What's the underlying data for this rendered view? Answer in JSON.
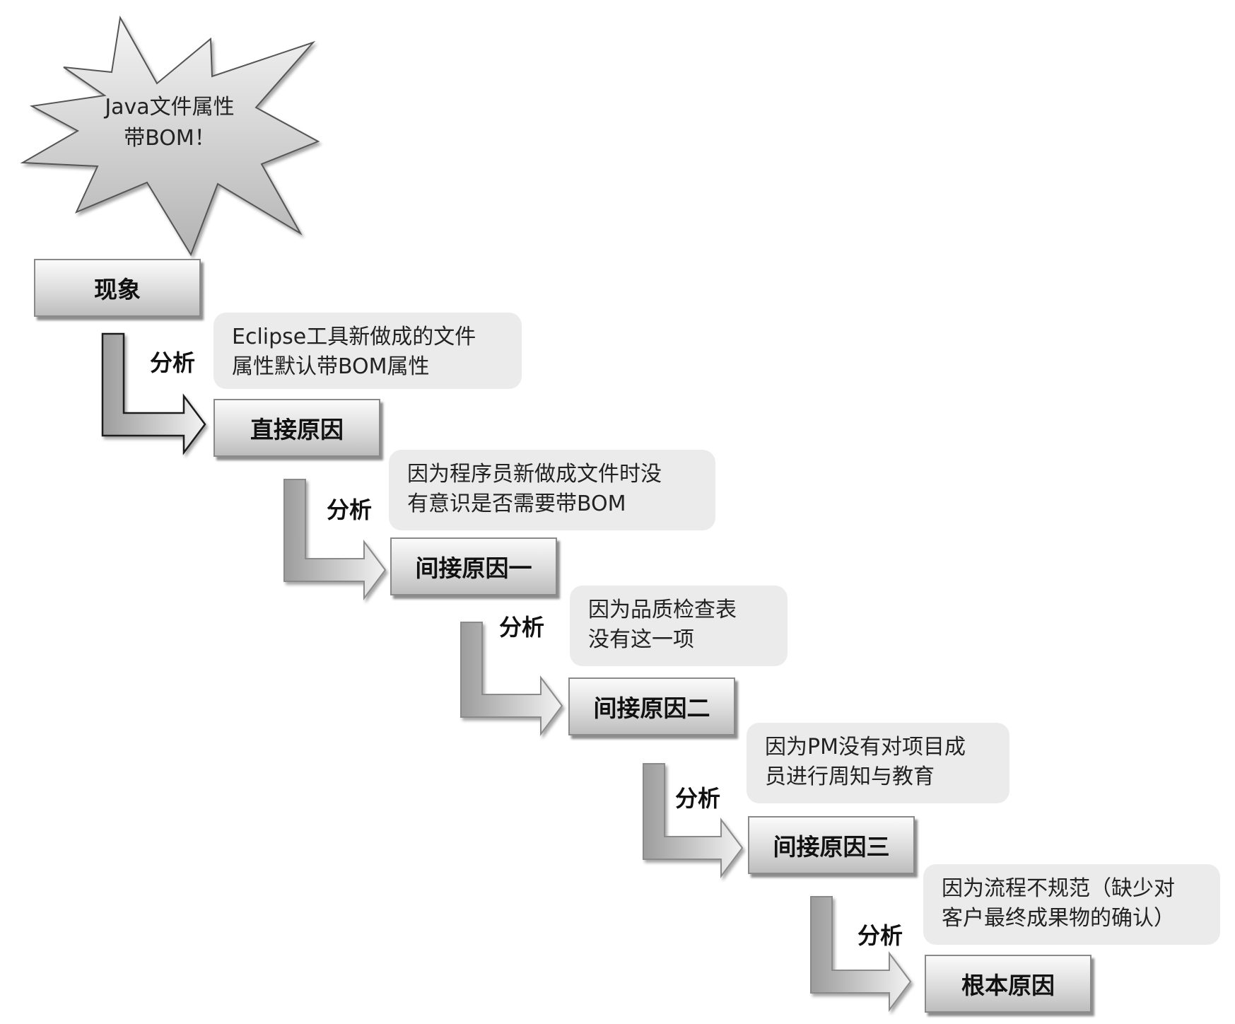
{
  "burst": {
    "line1": "Java文件属性",
    "line2": "带BOM！"
  },
  "stages": [
    {
      "label": "现象"
    },
    {
      "label": "直接原因"
    },
    {
      "label": "间接原因一"
    },
    {
      "label": "间接原因二"
    },
    {
      "label": "间接原因三"
    },
    {
      "label": "根本原因"
    }
  ],
  "steps": [
    {
      "label": "分析",
      "explanation_line1": "Eclipse工具新做成的文件",
      "explanation_line2": "属性默认带BOM属性"
    },
    {
      "label": "分析",
      "explanation_line1": "因为程序员新做成文件时没",
      "explanation_line2": "有意识是否需要带BOM"
    },
    {
      "label": "分析",
      "explanation_line1": "因为品质检查表",
      "explanation_line2": "没有这一项"
    },
    {
      "label": "分析",
      "explanation_line1": "因为PM没有对项目成",
      "explanation_line2": "员进行周知与教育"
    },
    {
      "label": "分析",
      "explanation_line1": "因为流程不规范（缺少对",
      "explanation_line2": "客户最终成果物的确认）"
    }
  ]
}
